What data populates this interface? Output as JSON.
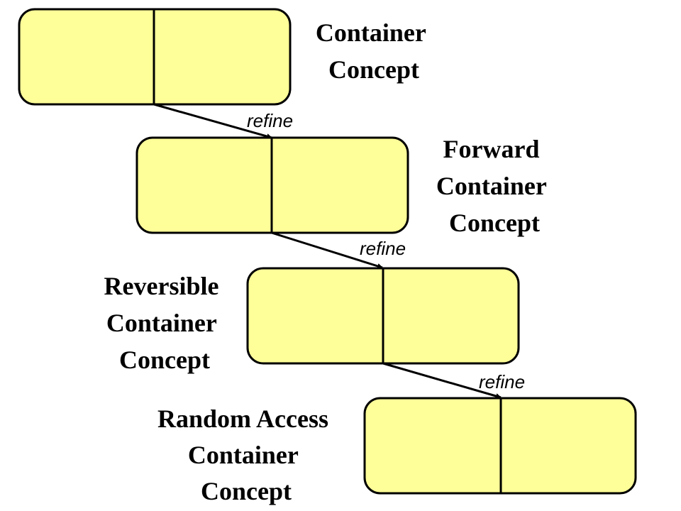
{
  "colors": {
    "box_fill": "#ffff99",
    "stroke": "#000000",
    "background": "#ffffff"
  },
  "concepts": [
    {
      "lines": [
        "Container",
        "Concept"
      ]
    },
    {
      "lines": [
        "Forward",
        "Container",
        "Concept"
      ]
    },
    {
      "lines": [
        "Reversible",
        "Container",
        "Concept"
      ]
    },
    {
      "lines": [
        "Random Access",
        "Container",
        "Concept"
      ]
    }
  ],
  "relations": [
    {
      "label": "refine"
    },
    {
      "label": "refine"
    },
    {
      "label": "refine"
    }
  ]
}
